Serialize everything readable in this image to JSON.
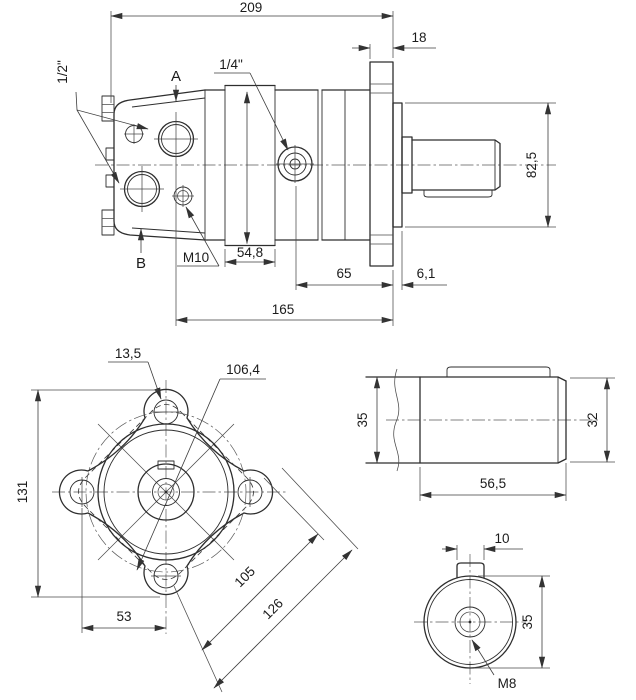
{
  "drawing": {
    "background": "#ffffff",
    "line_color": "#2e2e2e",
    "text_color": "#1b1b1b"
  },
  "side_view": {
    "port_a": "A",
    "port_b": "B",
    "port_thread": "1/2\"",
    "drain_thread": "1/4\"",
    "stud_thread": "M10",
    "overall_length": "209",
    "flange_thickness": "18",
    "pilot_diameter": "82,5",
    "gerotor_width": "54,8",
    "drain_to_flange": "65",
    "pilot_depth": "6,1",
    "ports_to_flange": "165"
  },
  "flange_view": {
    "bolt_hole_diameter": "13,5",
    "bolt_circle_diameter": "106,4",
    "overall_height": "131",
    "bolt_center_offset": "53",
    "across_flats": "105",
    "across_corners": "126"
  },
  "shaft_view": {
    "shaft_diameter": "35",
    "shaft_end_diameter": "32",
    "shaft_length": "56,5"
  },
  "shaft_end_view": {
    "key_width": "10",
    "shaft_diameter": "35",
    "center_thread": "M8"
  }
}
